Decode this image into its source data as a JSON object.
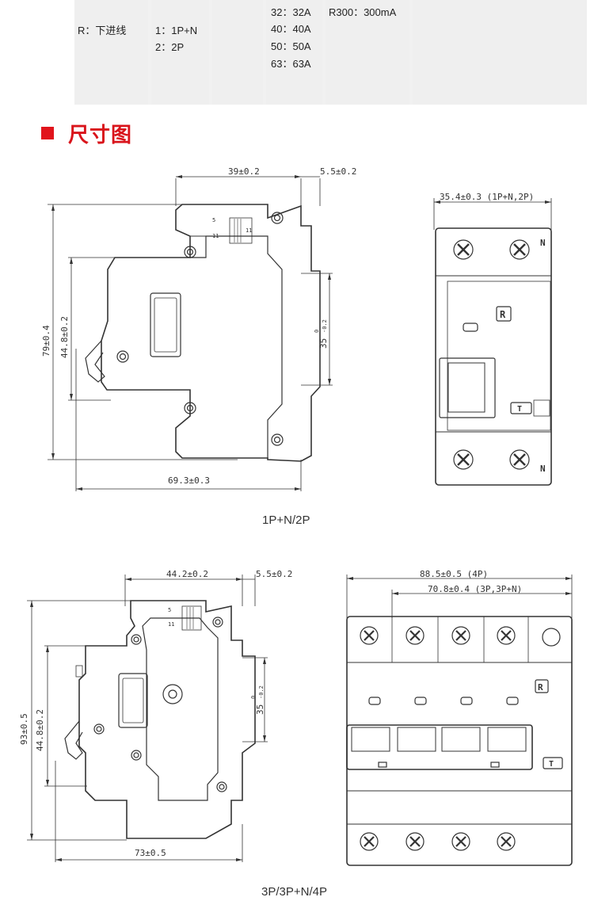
{
  "spec_table": {
    "col1": [
      "R：下进线"
    ],
    "col2": [
      "1：1P+N",
      "2：2P"
    ],
    "col4": [
      "32：32A",
      "40：40A",
      "50：50A",
      "63：63A"
    ],
    "col5": [
      "R300：300mA"
    ]
  },
  "section": {
    "title": "尺寸图"
  },
  "dims_2p": {
    "side_width": "39±0.2",
    "side_terminal": "5.5±0.2",
    "height_total": "79±0.4",
    "height_front": "44.8±0.2",
    "rail_main": "35",
    "rail_upper": "0",
    "rail_lower": "-0.2",
    "depth": "69.3±0.3",
    "front_width": "35.4±0.3 (1P+N,2P)",
    "pole_label_n": "N",
    "test_button_r": "R",
    "test_button_t": "T",
    "wire_labels": [
      "5",
      "11",
      "11"
    ],
    "caption": "1P+N/2P"
  },
  "dims_4p": {
    "side_width": "44.2±0.2",
    "side_terminal": "5.5±0.2",
    "height_total": "93±0.5",
    "height_front": "44.8±0.2",
    "rail_main": "35",
    "rail_upper": "0",
    "rail_lower": "-0.2",
    "depth": "73±0.5",
    "front_width": "88.5±0.5 (4P)",
    "front_width_inner": "70.8±0.4 (3P,3P+N)",
    "test_button_r": "R",
    "test_button_t": "T",
    "wire_labels": [
      "5",
      "11"
    ],
    "caption": "3P/3P+N/4P"
  },
  "colors": {
    "accent": "#e1141c",
    "line": "#333333",
    "table_bg": "#efefef"
  }
}
